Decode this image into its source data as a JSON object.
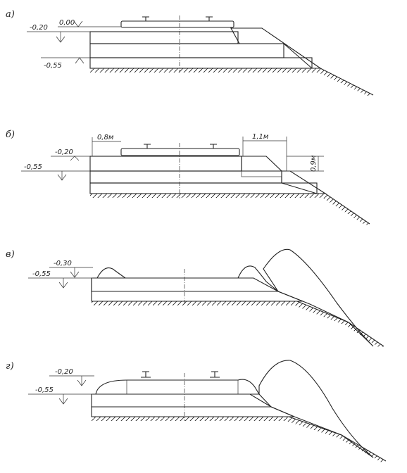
{
  "panels": [
    {
      "letter": "а)",
      "marks": [
        "0,00",
        "-0,20",
        "-0,55"
      ]
    },
    {
      "letter": "б)",
      "marks": [
        "-0,20",
        "-0,55"
      ],
      "dims": [
        "0,8м",
        "1,1м",
        "0,9м"
      ]
    },
    {
      "letter": "в)",
      "marks": [
        "-0,30",
        "-0,55"
      ]
    },
    {
      "letter": "г)",
      "marks": [
        "-0,20",
        "-0,55"
      ]
    }
  ],
  "colors": {
    "ink": "#222222",
    "paper": "#ffffff"
  }
}
